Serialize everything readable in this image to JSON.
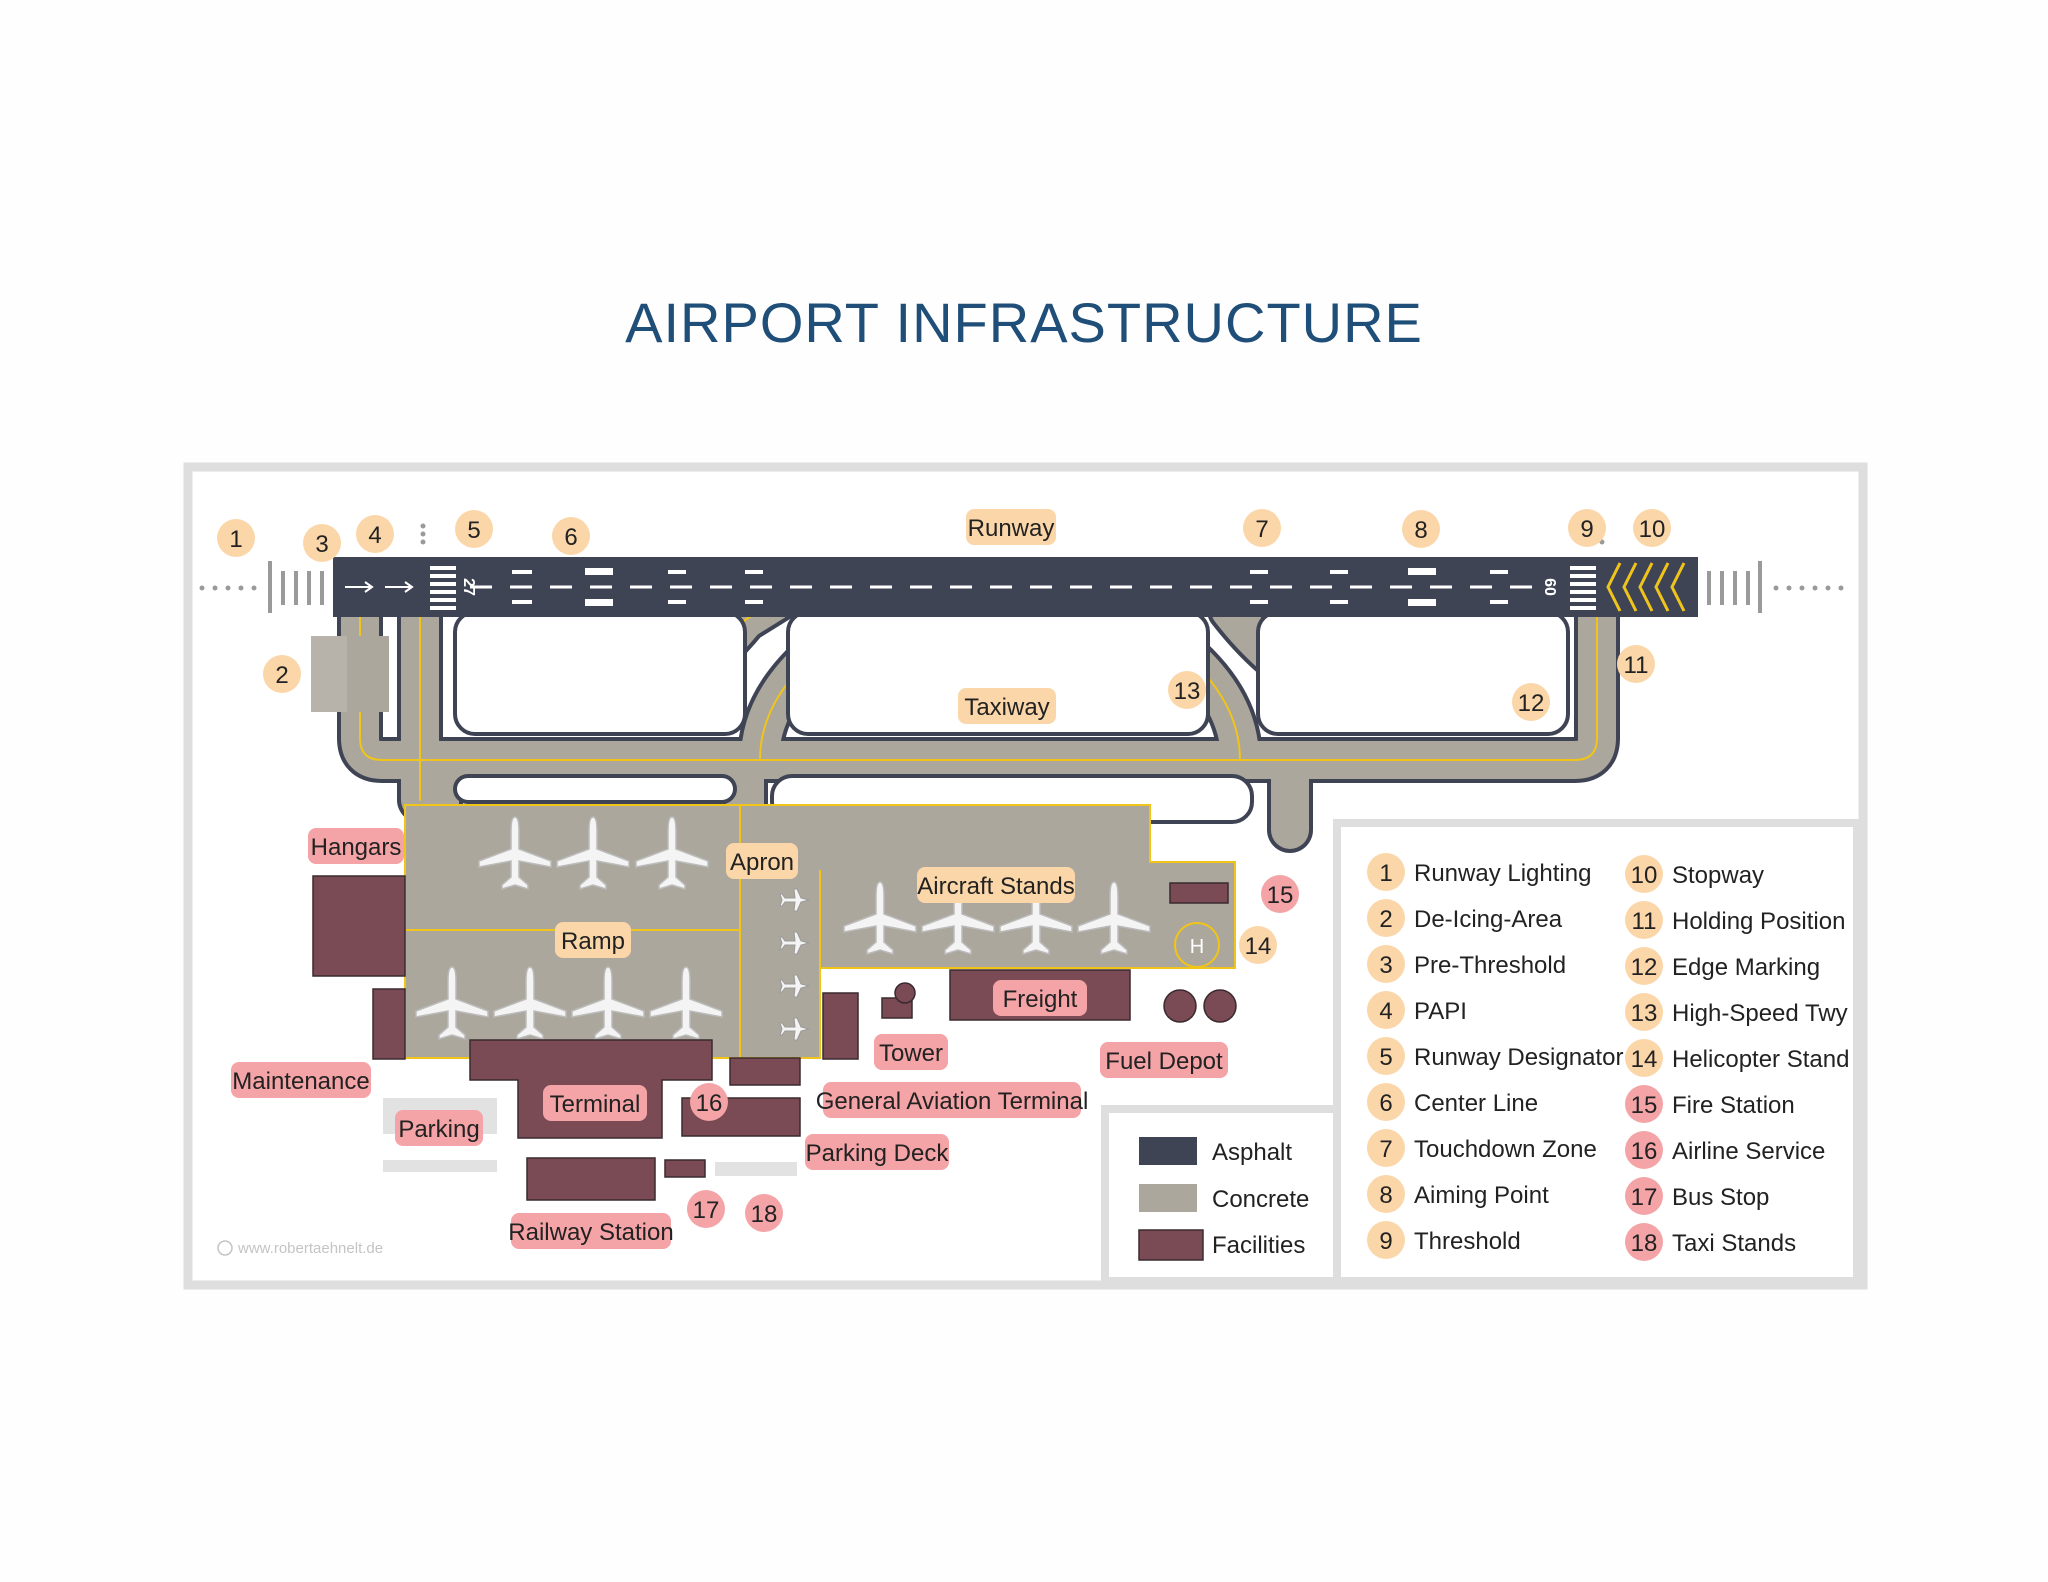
{
  "title": "AIRPORT INFRASTRUCTURE",
  "colors": {
    "asphalt": "#3f4454",
    "concrete": "#aba79d",
    "facilities": "#7a4a55",
    "peach": "#fbd6a8",
    "pink": "#f4a3a6",
    "taxiline": "#f0c419",
    "title": "#1f4e79"
  },
  "area_labels": {
    "runway": "Runway",
    "taxiway": "Taxiway",
    "apron": "Apron",
    "ramp": "Ramp",
    "aircraft_stands": "Aircraft Stands",
    "hangars": "Hangars",
    "maintenance": "Maintenance",
    "terminal": "Terminal",
    "parking": "Parking",
    "railway_station": "Railway Station",
    "tower": "Tower",
    "freight": "Freight",
    "fuel_depot": "Fuel Depot",
    "general_aviation_terminal": "General Aviation Terminal",
    "parking_deck": "Parking Deck"
  },
  "runway_marks": {
    "left": "27",
    "right": "09",
    "heli": "H"
  },
  "callouts": [
    "1",
    "2",
    "3",
    "4",
    "5",
    "6",
    "7",
    "8",
    "9",
    "10",
    "11",
    "12",
    "13",
    "14",
    "15",
    "16",
    "17",
    "18"
  ],
  "legend": {
    "surfaces": [
      {
        "label": "Asphalt",
        "swatch": "asphalt"
      },
      {
        "label": "Concrete",
        "swatch": "concrete"
      },
      {
        "label": "Facilities",
        "swatch": "facilities"
      }
    ],
    "numbered": [
      {
        "num": "1",
        "label": "Runway Lighting",
        "tone": "peach"
      },
      {
        "num": "2",
        "label": "De-Icing-Area",
        "tone": "peach"
      },
      {
        "num": "3",
        "label": "Pre-Threshold",
        "tone": "peach"
      },
      {
        "num": "4",
        "label": "PAPI",
        "tone": "peach"
      },
      {
        "num": "5",
        "label": "Runway Designator",
        "tone": "peach"
      },
      {
        "num": "6",
        "label": "Center Line",
        "tone": "peach"
      },
      {
        "num": "7",
        "label": "Touchdown Zone",
        "tone": "peach"
      },
      {
        "num": "8",
        "label": "Aiming Point",
        "tone": "peach"
      },
      {
        "num": "9",
        "label": "Threshold",
        "tone": "peach"
      },
      {
        "num": "10",
        "label": "Stopway",
        "tone": "peach"
      },
      {
        "num": "11",
        "label": "Holding Position",
        "tone": "peach"
      },
      {
        "num": "12",
        "label": "Edge Marking",
        "tone": "peach"
      },
      {
        "num": "13",
        "label": "High-Speed Twy",
        "tone": "peach"
      },
      {
        "num": "14",
        "label": "Helicopter Stand",
        "tone": "peach"
      },
      {
        "num": "15",
        "label": "Fire Station",
        "tone": "pink"
      },
      {
        "num": "16",
        "label": "Airline Service",
        "tone": "pink"
      },
      {
        "num": "17",
        "label": "Bus Stop",
        "tone": "pink"
      },
      {
        "num": "18",
        "label": "Taxi Stands",
        "tone": "pink"
      }
    ]
  },
  "credit": "www.robertaehnelt.de"
}
